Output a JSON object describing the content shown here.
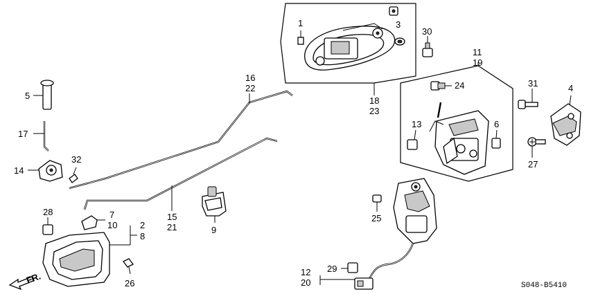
{
  "callouts": {
    "c1": "1",
    "c3": "3",
    "c30": "30",
    "c18": "18",
    "c23": "23",
    "c16": "16",
    "c22": "22",
    "c5": "5",
    "c17": "17",
    "c14": "14",
    "c32": "32",
    "c11": "11",
    "c19": "19",
    "c24": "24",
    "c13": "13",
    "c6": "6",
    "c31": "31",
    "c4": "4",
    "c27": "27",
    "c15": "15",
    "c21": "21",
    "c9": "9",
    "c28": "28",
    "c7": "7",
    "c10": "10",
    "c2": "2",
    "c8": "8",
    "c26": "26",
    "c25": "25",
    "c12": "12",
    "c20": "20",
    "c29": "29"
  },
  "front_indicator": "FR.",
  "diagram_code": "S048-B5410"
}
